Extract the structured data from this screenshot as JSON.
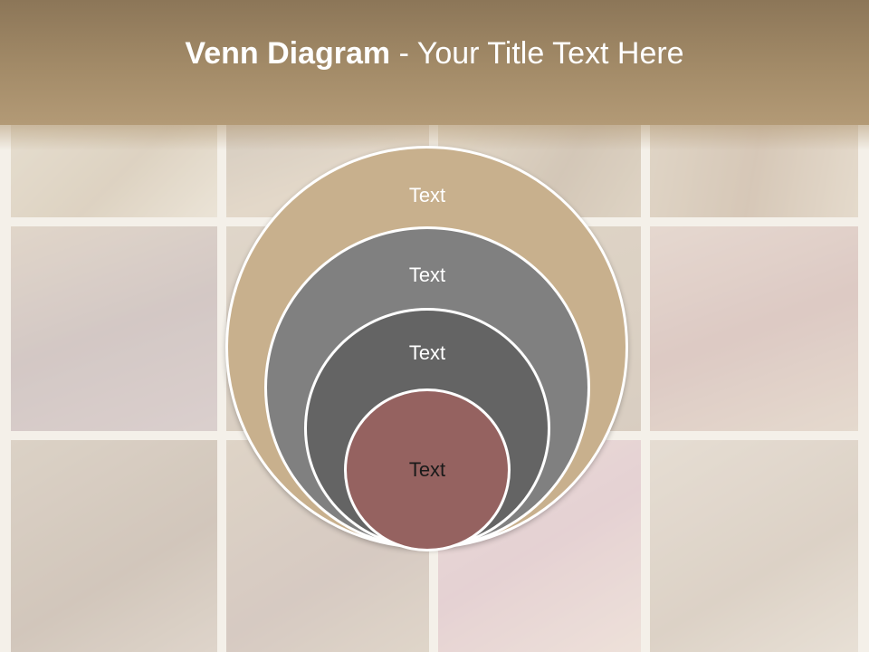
{
  "slide": {
    "title_bold": "Venn Diagram",
    "title_rest": " - Your Title Text Here"
  },
  "diagram": {
    "rings": [
      {
        "label": "Text",
        "color": "#c8b08d"
      },
      {
        "label": "Text",
        "color": "#808080"
      },
      {
        "label": "Text",
        "color": "#646464"
      },
      {
        "label": "Text",
        "color": "#956260"
      }
    ]
  },
  "colors": {
    "header": "#a38b68",
    "ring_border": "#ffffff"
  }
}
